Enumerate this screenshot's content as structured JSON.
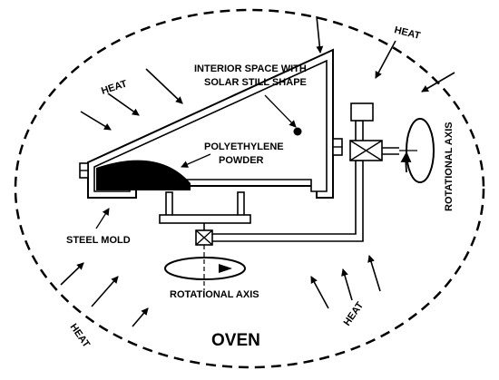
{
  "labels": {
    "heat_top_left": "HEAT",
    "heat_top_right": "HEAT",
    "heat_bottom_left": "HEAT",
    "heat_bottom_right": "HEAT",
    "interior_line1": "INTERIOR SPACE WITH",
    "interior_line2": "SOLAR STILL SHAPE",
    "powder_line1": "POLYETHYLENE",
    "powder_line2": "POWDER",
    "steel_mold": "STEEL MOLD",
    "rot_axis_bottom": "ROTATIONAL AXIS",
    "rot_axis_right": "ROTATIONAL AXIS",
    "oven": "OVEN"
  },
  "colors": {
    "ink": "#000000",
    "background": "#ffffff"
  }
}
